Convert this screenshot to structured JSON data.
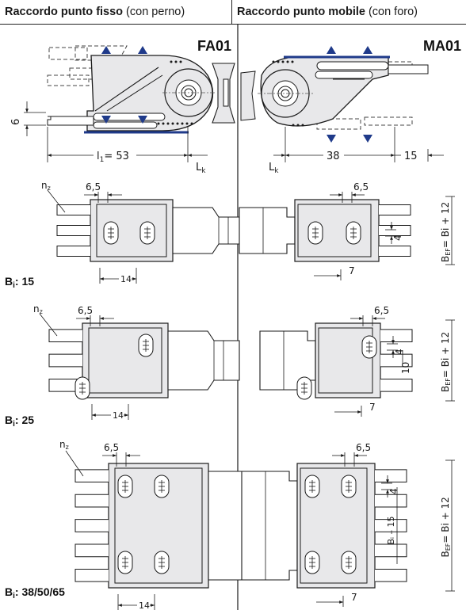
{
  "header": {
    "left_title": "Raccordo punto fisso",
    "left_sub": "(con perno)",
    "right_title": "Raccordo punto mobile",
    "right_sub": "(con foro)"
  },
  "codes": {
    "left": "FA01",
    "right": "MA01"
  },
  "top_dims": {
    "h_left": "6",
    "l1_prefix": "l",
    "l1_sub": "1",
    "l1_value": "= 53",
    "lk_main": "L",
    "lk_sub": "k",
    "d38": "38",
    "d15": "15"
  },
  "sections": [
    {
      "bi_label": "B",
      "bi_sub": "i",
      "bi_value": ": 15",
      "nz": "n",
      "nz_sub": "z",
      "d65": "6,5",
      "d14": "14",
      "d7": "7",
      "d4": "4",
      "d10": "",
      "bef": "B",
      "bef_sub": "EF",
      "bef_rest": "= Bi + 12",
      "bi_minus": ""
    },
    {
      "bi_label": "B",
      "bi_sub": "i",
      "bi_value": ": 25",
      "nz": "n",
      "nz_sub": "z",
      "d65": "6,5",
      "d14": "14",
      "d7": "7",
      "d4": "4",
      "d10": "10",
      "bef": "B",
      "bef_sub": "EF",
      "bef_rest": "= Bi + 12",
      "bi_minus": ""
    },
    {
      "bi_label": "B",
      "bi_sub": "i",
      "bi_value": ": 38/50/65",
      "nz": "n",
      "nz_sub": "z",
      "d65": "6,5",
      "d14": "14",
      "d7": "7",
      "d4": "4",
      "d10": "",
      "bef": "B",
      "bef_sub": "EF",
      "bef_rest": "= Bi + 12",
      "bi_minus": "Bᵢ – 15"
    }
  ],
  "colors": {
    "part_fill": "#e8e8ea",
    "blue": "#1f3a8a",
    "line": "#1a1a1a"
  }
}
